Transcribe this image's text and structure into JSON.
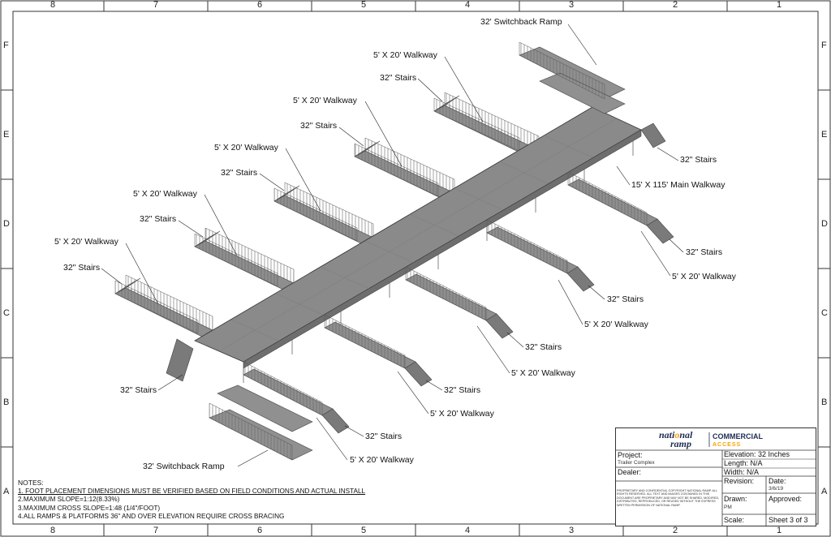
{
  "zones": {
    "columns": [
      "8",
      "7",
      "6",
      "5",
      "4",
      "3",
      "2",
      "1"
    ],
    "rows": [
      "F",
      "E",
      "D",
      "C",
      "B",
      "A"
    ]
  },
  "callouts": [
    {
      "id": "switchback-top",
      "text": "32' Switchback Ramp"
    },
    {
      "id": "walkway-1",
      "text": "5' X 20' Walkway"
    },
    {
      "id": "stairs-1",
      "text": "32\" Stairs"
    },
    {
      "id": "walkway-2",
      "text": "5' X 20' Walkway"
    },
    {
      "id": "stairs-2",
      "text": "32\" Stairs"
    },
    {
      "id": "walkway-3",
      "text": "5' X 20' Walkway"
    },
    {
      "id": "stairs-3",
      "text": "32\" Stairs"
    },
    {
      "id": "walkway-4",
      "text": "5' X 20' Walkway"
    },
    {
      "id": "stairs-4",
      "text": "32\" Stairs"
    },
    {
      "id": "walkway-5",
      "text": "5' X 20' Walkway"
    },
    {
      "id": "stairs-5",
      "text": "32\" Stairs"
    },
    {
      "id": "stairs-right-1",
      "text": "32\" Stairs"
    },
    {
      "id": "main-walkway",
      "text": "15' X 115' Main Walkway"
    },
    {
      "id": "stairs-right-2",
      "text": "32\" Stairs"
    },
    {
      "id": "walkway-right-1",
      "text": "5' X 20' Walkway"
    },
    {
      "id": "stairs-right-3",
      "text": "32\" Stairs"
    },
    {
      "id": "walkway-right-2",
      "text": "5' X 20' Walkway"
    },
    {
      "id": "stairs-right-4",
      "text": "32\" Stairs"
    },
    {
      "id": "walkway-right-3",
      "text": "5' X 20' Walkway"
    },
    {
      "id": "stairs-right-5",
      "text": "32\" Stairs"
    },
    {
      "id": "walkway-right-4",
      "text": "5' X 20' Walkway"
    },
    {
      "id": "stairs-right-6",
      "text": "32\" Stairs"
    },
    {
      "id": "walkway-right-5",
      "text": "5' X 20' Walkway"
    },
    {
      "id": "stairs-left-bottom",
      "text": "32\" Stairs"
    },
    {
      "id": "switchback-bottom",
      "text": "32' Switchback Ramp"
    }
  ],
  "notes": {
    "title": "NOTES:",
    "items": [
      "1. FOOT PLACEMENT DIMENSIONS MUST BE VERIFIED BASED ON FIELD CONDITIONS AND ACTUAL INSTALL",
      "2.MAXIMUM SLOPE=1:12(8.33%)",
      "3.MAXIMUM CROSS SLOPE=1:48 (1/4\"/FOOT)",
      "4.ALL RAMPS & PLATFORMS 36\" AND OVER ELEVATION REQUIRE CROSS BRACING"
    ]
  },
  "title_block": {
    "logo_text": "national ramp",
    "brand_line1": "COMMERCIAL",
    "brand_line2": "ACCESS",
    "project_label": "Project:",
    "project_value": "Trailer Complex",
    "dealer_label": "Dealer:",
    "elevation": "Elevation: 32 Inches",
    "length": "Length: N/A",
    "width": "Width: N/A",
    "revision_label": "Revision:",
    "date_label": "Date:",
    "date_value": "3/6/19",
    "drawn_label": "Drawn:",
    "drawn_value": "PM",
    "approved_label": "Approved:",
    "scale_label": "Scale:",
    "sheet": "Sheet 3 of 3",
    "proprietary": "PROPRIETARY AND CONFIDENTIAL COPYRIGHT NATIONAL RAMP. ALL RIGHTS RESERVED. ALL TEXT AND IMAGES CONTAINED IN THIS DOCUMENT ARE PROPRIETARY AND MAY NOT BE SHARED, MODIFIED, DISTRIBUTED, REPRODUCED, OR REUSED WITHOUT THE EXPRESS WRITTEN PERMISSION OF NATIONAL RAMP."
  },
  "colors": {
    "walkway": "#8a8a8a",
    "walkway_dark": "#6e6e6e",
    "rail": "#555555",
    "leader": "#222222",
    "brand_orange": "#f5a300",
    "brand_navy": "#1f2d52"
  }
}
